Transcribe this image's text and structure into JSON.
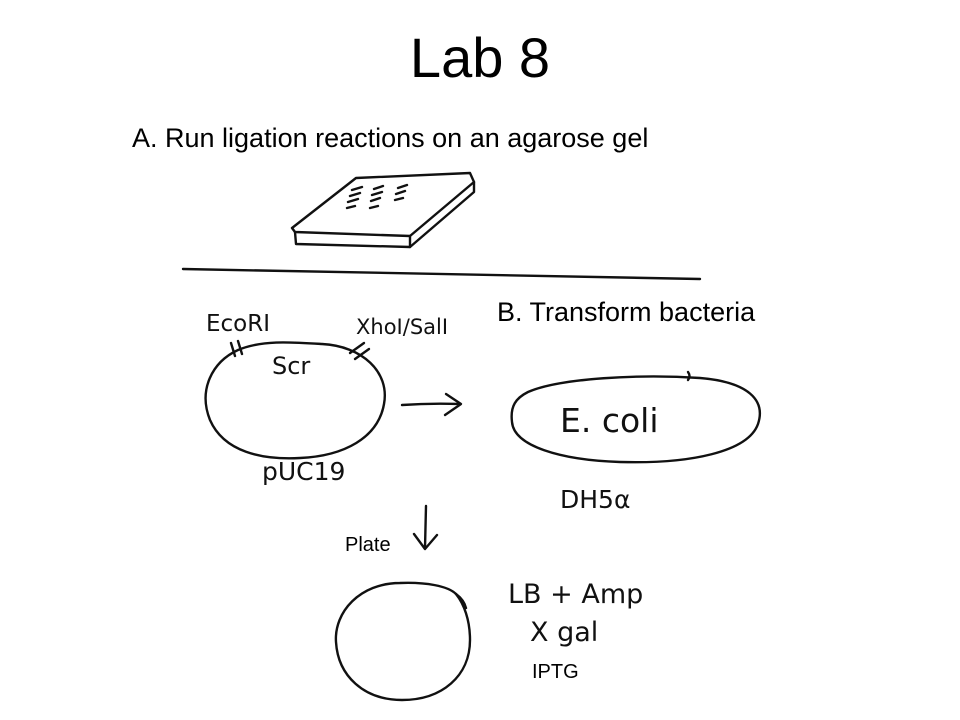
{
  "slide": {
    "title": "Lab 8",
    "section_a": "A. Run ligation reactions on an agarose gel",
    "section_b": "B. Transform bacteria",
    "plasmid": {
      "site_left": "EcoRI",
      "site_right": "XhoI/SalI",
      "insert": "Scr",
      "name": "pUC19"
    },
    "cell": {
      "organism": "E. coli",
      "strain": "DH5α"
    },
    "plate_step": "Plate",
    "media": {
      "line1": "LB + Amp",
      "line2": "X gal",
      "line3": "IPTG"
    }
  }
}
